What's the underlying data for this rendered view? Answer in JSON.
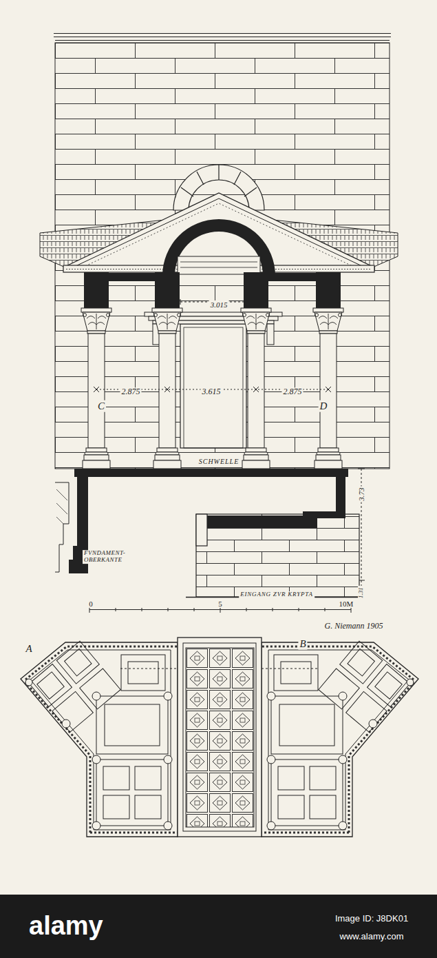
{
  "diagram": {
    "labels": [
      "3.015",
      "2.875",
      "3.615",
      "2.875",
      "C",
      "D",
      "SCHWELLE",
      "3.73",
      "1.31",
      "FVNDAMENT- OBERKANTE",
      "EINGANG ZVR KRYPTA",
      "0",
      "5",
      "10M",
      "G. Niemann 1905",
      "A",
      "B",
      "alamy",
      "Image ID: J8DK01",
      "www.alamy.com"
    ]
  }
}
